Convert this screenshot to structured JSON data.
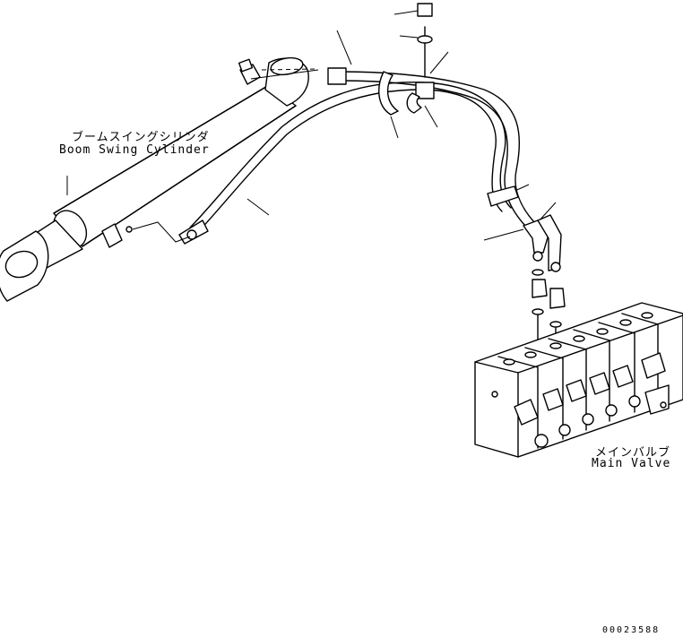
{
  "labels": {
    "cylinder_jp": "ブームスイングシリンダ",
    "cylinder_en": "Boom Swing Cylinder",
    "valve_jp": "メインバルブ",
    "valve_en": "Main Valve"
  },
  "drawing_code": "00023588"
}
